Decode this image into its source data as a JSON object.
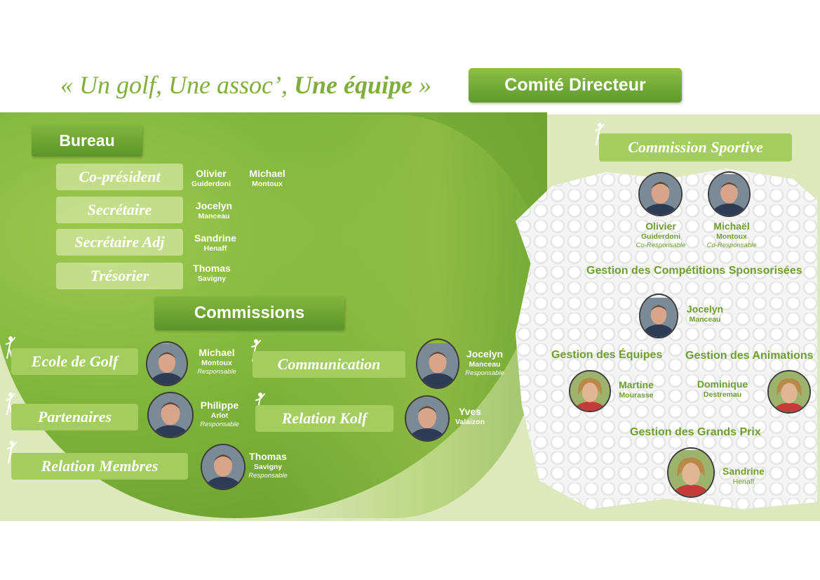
{
  "header": {
    "motto_open": "« Un golf, Une assoc’, ",
    "motto_bold": "Une équipe",
    "motto_close": " »",
    "badge": "Comité Directeur"
  },
  "bureau": {
    "title": "Bureau",
    "roles": [
      {
        "role": "Co-président",
        "people": [
          {
            "first": "Olivier",
            "last": "Guiderdoni"
          },
          {
            "first": "Michael",
            "last": "Montoux"
          }
        ]
      },
      {
        "role": "Secrétaire",
        "people": [
          {
            "first": "Jocelyn",
            "last": "Manceau"
          }
        ]
      },
      {
        "role": "Secrétaire Adj",
        "people": [
          {
            "first": "Sandrine",
            "last": "Henaff"
          }
        ]
      },
      {
        "role": "Trésorier",
        "people": [
          {
            "first": "Thomas",
            "last": "Savigny"
          }
        ]
      }
    ]
  },
  "commissions": {
    "title": "Commissions",
    "items": [
      {
        "name": "Ecole de Golf",
        "first": "Michael",
        "last": "Montoux",
        "role": "Responsable"
      },
      {
        "name": "Communication",
        "first": "Jocelyn",
        "last": "Manceau",
        "role": "Responsable"
      },
      {
        "name": "Partenaires",
        "first": "Philippe",
        "last": "Arlot",
        "role": "Responsable"
      },
      {
        "name": "Relation Kolf",
        "first": "Yves",
        "last": "Valaizon",
        "role": ""
      },
      {
        "name": "Relation Membres",
        "first": "Thomas",
        "last": "Savigny",
        "role": "Responsable"
      }
    ]
  },
  "sportive": {
    "title": "Commission Sportive",
    "co": [
      {
        "first": "Olivier",
        "last": "Guiderdoni",
        "role": "Co-Responsable"
      },
      {
        "first": "Michaël",
        "last": "Montoux",
        "role": "Co-Responsable"
      }
    ],
    "competitions": {
      "title": "Gestion des Compétitions Sponsorisées",
      "first": "Jocelyn",
      "last": "Manceau"
    },
    "equipes": {
      "title": "Gestion des Équipes",
      "first": "Martine",
      "last": "Mourasse"
    },
    "animations": {
      "title": "Gestion des Animations",
      "first": "Dominique",
      "last": "Destremau"
    },
    "grands_prix": {
      "title": "Gestion des Grands Prix",
      "first": "Sandrine",
      "last": "Henaff"
    }
  },
  "colors": {
    "brand_green": "#7fae3a",
    "dark_green": "#5e9a2c",
    "band": "#dde8bd",
    "text_green": "#6e9e32"
  },
  "icons": [
    "golfer-icon",
    "avatar-photo"
  ]
}
